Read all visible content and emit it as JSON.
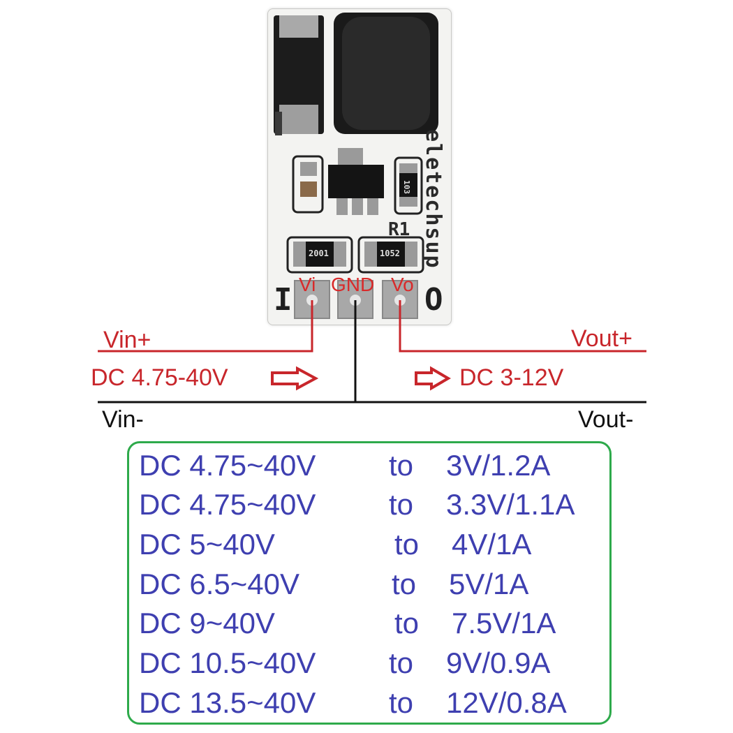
{
  "board": {
    "brand": "eletechsup",
    "silkscreen_r1": "R1",
    "resistor_left": "2001",
    "resistor_right": "1052",
    "resistor_top": "103",
    "pin_in_letter": "I",
    "pin_out_letter": "O",
    "pins": [
      "Vi",
      "GND",
      "Vo"
    ]
  },
  "labels": {
    "vin_plus": "Vin+",
    "vout_plus": "Vout+",
    "input_range": "DC 4.75-40V",
    "output_range": "DC 3-12V",
    "vin_minus": "Vin-",
    "vout_minus": "Vout-"
  },
  "specs": [
    {
      "input": "DC 4.75~40V",
      "to": "to",
      "output": "3V/1.2A"
    },
    {
      "input": "DC 4.75~40V",
      "to": "to",
      "output": "3.3V/1.1A"
    },
    {
      "input": "DC 5~40V",
      "to": "to",
      "output": "4V/1A"
    },
    {
      "input": "DC 6.5~40V",
      "to": "to",
      "output": "5V/1A"
    },
    {
      "input": "DC 9~40V",
      "to": "to",
      "output": "7.5V/1A"
    },
    {
      "input": "DC 10.5~40V",
      "to": "to",
      "output": "9V/0.9A"
    },
    {
      "input": "DC 13.5~40V",
      "to": "to",
      "output": "12V/0.8A"
    }
  ],
  "colors": {
    "wire_red": "#c8262b",
    "wire_black": "#111111",
    "spec_text": "#3e3fb0",
    "spec_border": "#2eaa4b"
  }
}
